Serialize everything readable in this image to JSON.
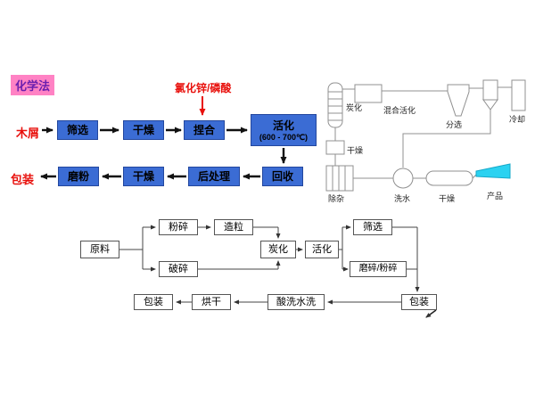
{
  "chemical_flow": {
    "method_label": "化学法",
    "reagent_label": "氯化锌/磷酸",
    "input_label": "木屑",
    "row1": {
      "sieve": "筛选",
      "dry": "干燥",
      "knead": "捏合",
      "activate_line1": "活化",
      "activate_line2": "(600 - 700℃)"
    },
    "row2": {
      "recover": "回收",
      "post_treat": "后处理",
      "dry": "干燥",
      "mill": "磨粉"
    },
    "output_label": "包装"
  },
  "equipment_sketch": {
    "carbonize": "炭化",
    "mix_activate": "混合活化",
    "sort": "分选",
    "cool": "冷却",
    "dry_mid": "干燥",
    "remove_impurity": "除杂",
    "wash": "洗水",
    "dry": "干燥",
    "product": "产品"
  },
  "bottom_flow": {
    "raw": "原料",
    "mill": "粉碎",
    "granulate": "造粒",
    "crush": "破碎",
    "carbonize": "炭化",
    "activate": "活化",
    "sieve": "筛选",
    "grind": "磨碎/粉碎",
    "pack_right": "包装",
    "acid_wash": "酸洗水洗",
    "dry": "烘干",
    "pack_left": "包装"
  },
  "colors": {
    "box_blue": "#3b6cd4",
    "method_pink": "#ff82c4",
    "method_text": "#6b1fae",
    "red": "#e8100c",
    "flag_cyan": "#2bd2f1"
  }
}
